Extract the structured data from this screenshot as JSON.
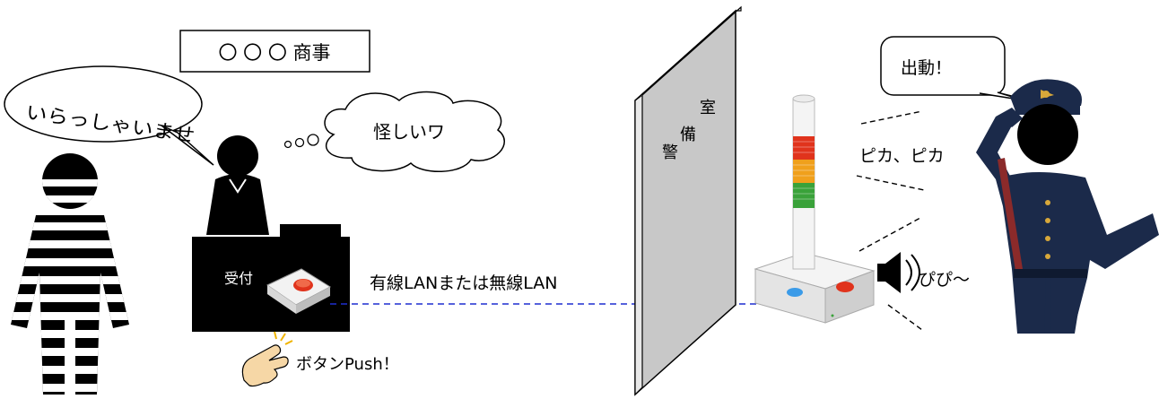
{
  "company_sign": "〇 〇 〇 商事",
  "speech": {
    "greeting": "いらっしゃいませ",
    "suspicious": "怪しいワ",
    "dispatch": "出動！"
  },
  "reception_label": "受付",
  "network_label": "有線LANまたは無線LAN",
  "button_push": "ボタンPush！",
  "security_room": [
    "警",
    "備",
    "室"
  ],
  "light_sound": "ピカ、ピカ",
  "buzzer_sound": "ぴぴ～",
  "colors": {
    "figure": "#000000",
    "guard_uniform": "#1b2a4a",
    "wall": "#c8c8c8",
    "network_line": "#1f2fd0",
    "lamp_red": "#e0331c",
    "lamp_orange": "#f0a01c",
    "lamp_green": "#3aa23a",
    "guard_badge": "#d8a83a"
  },
  "icons": [
    "speaker-icon",
    "pointing-finger-icon",
    "push-button-device",
    "signal-tower-light"
  ]
}
